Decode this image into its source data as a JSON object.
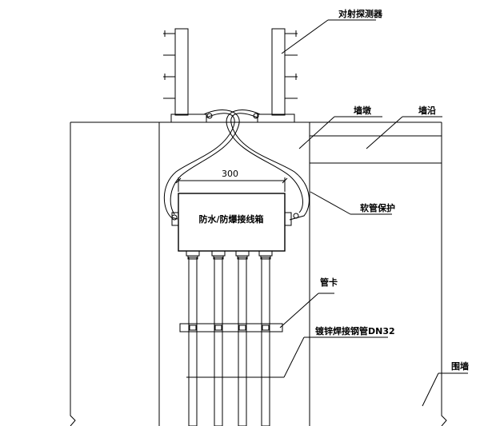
{
  "labels": {
    "detector": "对射探测器",
    "pier": "墙墩",
    "coping": "墙沿",
    "hose": "软管保护",
    "junction_box": "防水/防爆接线箱",
    "pipe_clamp": "管卡",
    "steel_pipe": "镀锌焊接钢管DN32",
    "fence_wall": "围墙",
    "dimension_box_width": "300"
  }
}
